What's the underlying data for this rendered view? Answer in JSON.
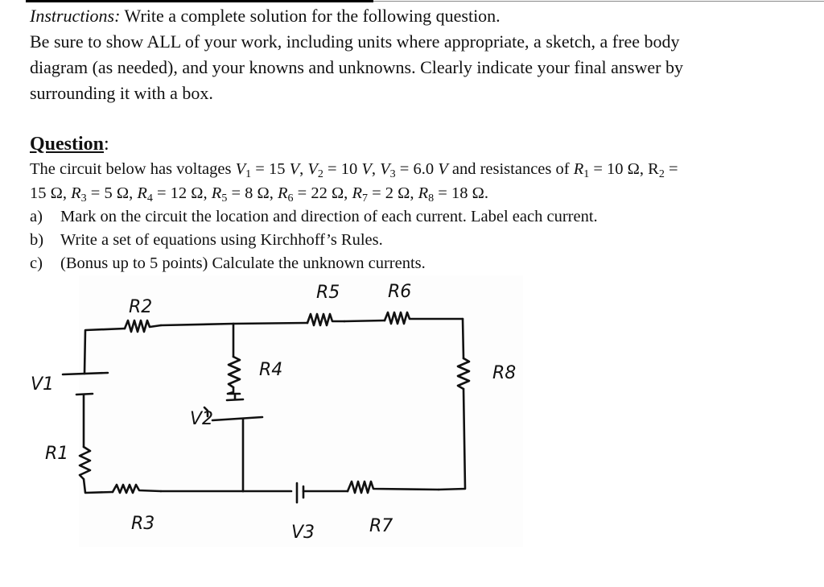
{
  "instructions": {
    "lead": "Instructions:",
    "line1_rest": " Write a complete solution for the following question.",
    "line2": "Be sure to show ALL of your work, including units where appropriate, a sketch, a free body",
    "line3": "diagram (as needed), and your knowns and unknowns. Clearly indicate your final answer by",
    "line4": "surrounding it with a box."
  },
  "question": {
    "heading": "Question",
    "colon": ":",
    "intro_start": "The circuit below has voltages ",
    "v1": "V",
    "v1_sub": "1",
    "v1_val": " = 15 ",
    "v1_unit": "V",
    "v2": "V",
    "v2_sub": "2",
    "v2_val": " = 10 ",
    "v2_unit": "V",
    "v3": "V",
    "v3_sub": "3",
    "v3_val": " = 6.0 ",
    "v3_unit": "V",
    "intro_mid": " and resistances of ",
    "r1": "R",
    "r1_sub": "1",
    "r1_val": " = 10 Ω, R",
    "r2_sub": "2",
    "r2_val": " =",
    "line2": {
      "r2_num": "15 Ω, ",
      "r3": "R",
      "r3_sub": "3",
      "r3_val": " = 5 Ω, ",
      "r4": "R",
      "r4_sub": "4",
      "r4_val": " = 12 Ω, ",
      "r5": "R",
      "r5_sub": "5",
      "r5_val": " = 8 Ω, ",
      "r6": "R",
      "r6_sub": "6",
      "r6_val": " = 22 Ω, ",
      "r7": "R",
      "r7_sub": "7",
      "r7_val": " = 2 Ω, ",
      "r8": "R",
      "r8_sub": "8",
      "r8_val": " = 18 Ω."
    },
    "items": [
      {
        "marker": "a)",
        "text": "Mark on the circuit the location and direction of each current. Label each current."
      },
      {
        "marker": "b)",
        "text": "Write a set of equations using Kirchhoff’s Rules."
      },
      {
        "marker": "c)",
        "text": "(Bonus up to 5 points) Calculate the unknown currents."
      }
    ]
  },
  "circuit_labels": {
    "R1": "R1",
    "R2": "R2",
    "R3": "R3",
    "R4": "R4",
    "R5": "R5",
    "R6": "R6",
    "R7": "R7",
    "R8": "R8",
    "V1": "V1",
    "V2": "V2",
    "V3": "V3"
  },
  "colors": {
    "ink": "#111111",
    "paper": "#ffffff"
  }
}
